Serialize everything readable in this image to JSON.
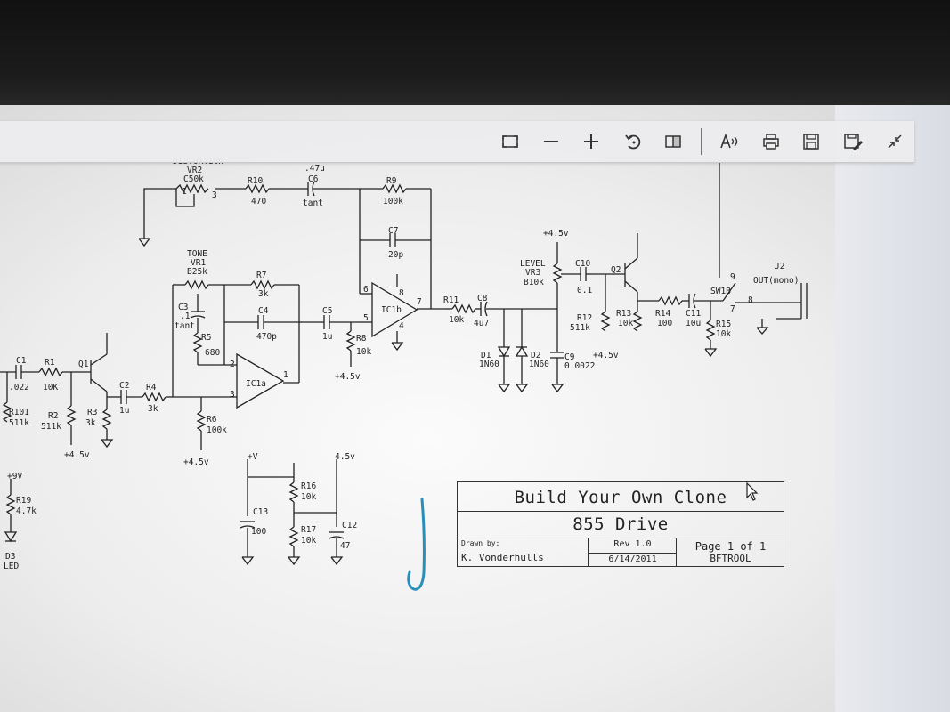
{
  "toolbar": {
    "buttons": [
      {
        "name": "fit-to-page-button",
        "icon": "fit-page-icon"
      },
      {
        "name": "zoom-out-button",
        "icon": "minus-icon"
      },
      {
        "name": "zoom-in-button",
        "icon": "plus-icon"
      },
      {
        "name": "rotate-button",
        "icon": "rotate-icon"
      },
      {
        "name": "page-view-button",
        "icon": "two-page-icon"
      },
      {
        "name": "read-aloud-button",
        "icon": "read-aloud-icon"
      },
      {
        "name": "print-button",
        "icon": "printer-icon"
      },
      {
        "name": "save-button",
        "icon": "save-icon"
      },
      {
        "name": "save-as-button",
        "icon": "save-as-icon"
      },
      {
        "name": "exit-fullscreen-button",
        "icon": "collapse-icon"
      }
    ]
  },
  "schematic": {
    "labels": {
      "vr2_title": "DISTORTION",
      "vr2": "VR2",
      "vr2_val": "C50k",
      "r10": "R10",
      "r10_val": "470",
      "c6_val": ".47u",
      "c6": "C6",
      "c6_type": "tant",
      "r9": "R9",
      "r9_val": "100k",
      "c7": "C7",
      "c7_val": "20p",
      "tone": "TONE",
      "vr1": "VR1",
      "vr1_val": "B25k",
      "r7": "R7",
      "r7_val": "3k",
      "c3": "C3",
      "c3_val": ".1",
      "c3_type": "tant",
      "r5": "R5",
      "r5_val": "680",
      "c4": "C4",
      "c4_val": "470p",
      "c5": "C5",
      "c5_val": "1u",
      "r8": "R8",
      "r8_val": "10k",
      "r8_bias": "+4.5v",
      "ic1b": "IC1b",
      "ic1a": "IC1a",
      "r11": "R11",
      "r11_val": "10k",
      "c8": "C8",
      "c8_val": "4u7",
      "plus45_level": "+4.5v",
      "level": "LEVEL",
      "vr3": "VR3",
      "vr3_val": "B10k",
      "c10": "C10",
      "c10_val": "0.1",
      "q2": "Q2",
      "r12": "R12",
      "r12_val": "511k",
      "r13": "R13",
      "r13_val": "10k",
      "r13_bias": "+4.5v",
      "r14": "R14",
      "r14_val": "100",
      "c11": "C11",
      "c11_val": "10u",
      "r15": "R15",
      "r15_val": "10k",
      "sw1b": "SW1B",
      "j2": "J2",
      "j2_val": "OUT(mono)",
      "d1": "D1",
      "d1_val": "1N60",
      "d2": "D2",
      "d2_val": "1N60",
      "c9": "C9",
      "c9_val": "0.0022",
      "c1": "C1",
      "c1_val": ".022",
      "r1": "R1",
      "r1_val": "10K",
      "q1": "Q1",
      "c2": "C2",
      "c2_val": "1u",
      "r4": "R4",
      "r4_val": "3k",
      "r101": "R101",
      "r101_val": "511k",
      "r2": "R2",
      "r2_val": "511k",
      "r3": "R3",
      "r3_val": "3k",
      "r3_bias": "+4.5v",
      "r6": "R6",
      "r6_val": "100k",
      "r6_bias": "+4.5v",
      "plus9v": "+9V",
      "r19": "R19",
      "r19_val": "4.7k",
      "d3": "D3",
      "d3_val": "LED",
      "plus_v": "+V",
      "r16": "R16",
      "r16_val": "10k",
      "r17": "R17",
      "r17_val": "10k",
      "c13": "C13",
      "c13_val": "100",
      "plus45": "4.5v",
      "c12": "C12",
      "c12_val": "47",
      "pin_1": "1",
      "pin_2": "2",
      "pin_3": "3",
      "pin_4": "4",
      "pin_5": "5",
      "pin_6": "6",
      "pin_7": "7",
      "pin_8": "8",
      "pin_9": "9"
    }
  },
  "title_block": {
    "title": "Build Your Own Clone",
    "subtitle": "855 Drive",
    "drawn_by_label": "Drawn by:",
    "drawn_by": "K. Vonderhulls",
    "rev": "Rev 1.0",
    "date": "6/14/2011",
    "page": "Page 1 of 1",
    "file": "BFTROOL"
  },
  "colors": {
    "ink": "#222222",
    "pen": "#2a8fb8",
    "toolbar": "#ececee"
  }
}
